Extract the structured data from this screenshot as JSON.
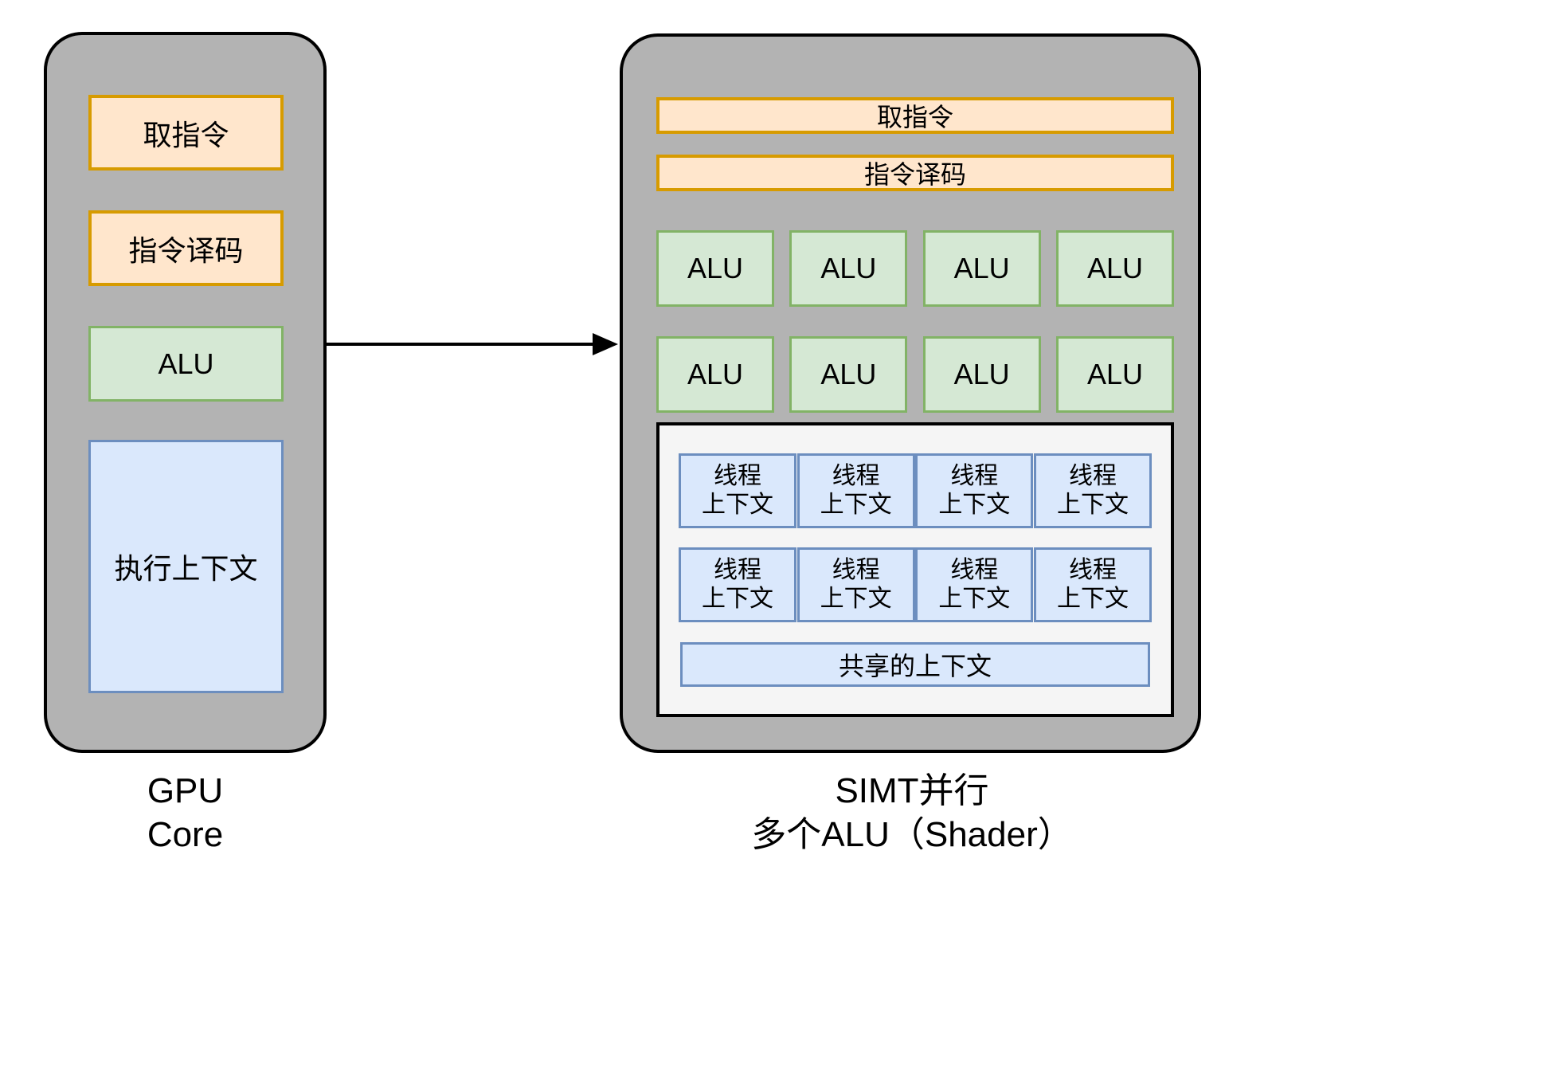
{
  "diagram": {
    "left": {
      "fetch": "取指令",
      "decode": "指令译码",
      "alu": "ALU",
      "exec_context": "执行上下文",
      "caption": "GPU\nCore"
    },
    "right": {
      "fetch": "取指令",
      "decode": "指令译码",
      "alu": "ALU",
      "thread_context": "线程\n上下文",
      "shared_context": "共享的上下文",
      "caption": "SIMT并行\n多个ALU（Shader）"
    },
    "colors": {
      "panel_fill": "#b3b3b3",
      "fetch_fill": "#ffe6cc",
      "fetch_stroke": "#d79b00",
      "alu_fill": "#d5e8d4",
      "alu_stroke": "#82b366",
      "context_fill": "#dae8fc",
      "context_stroke": "#6c8ebf",
      "inner_panel_fill": "#f5f5f5"
    }
  }
}
